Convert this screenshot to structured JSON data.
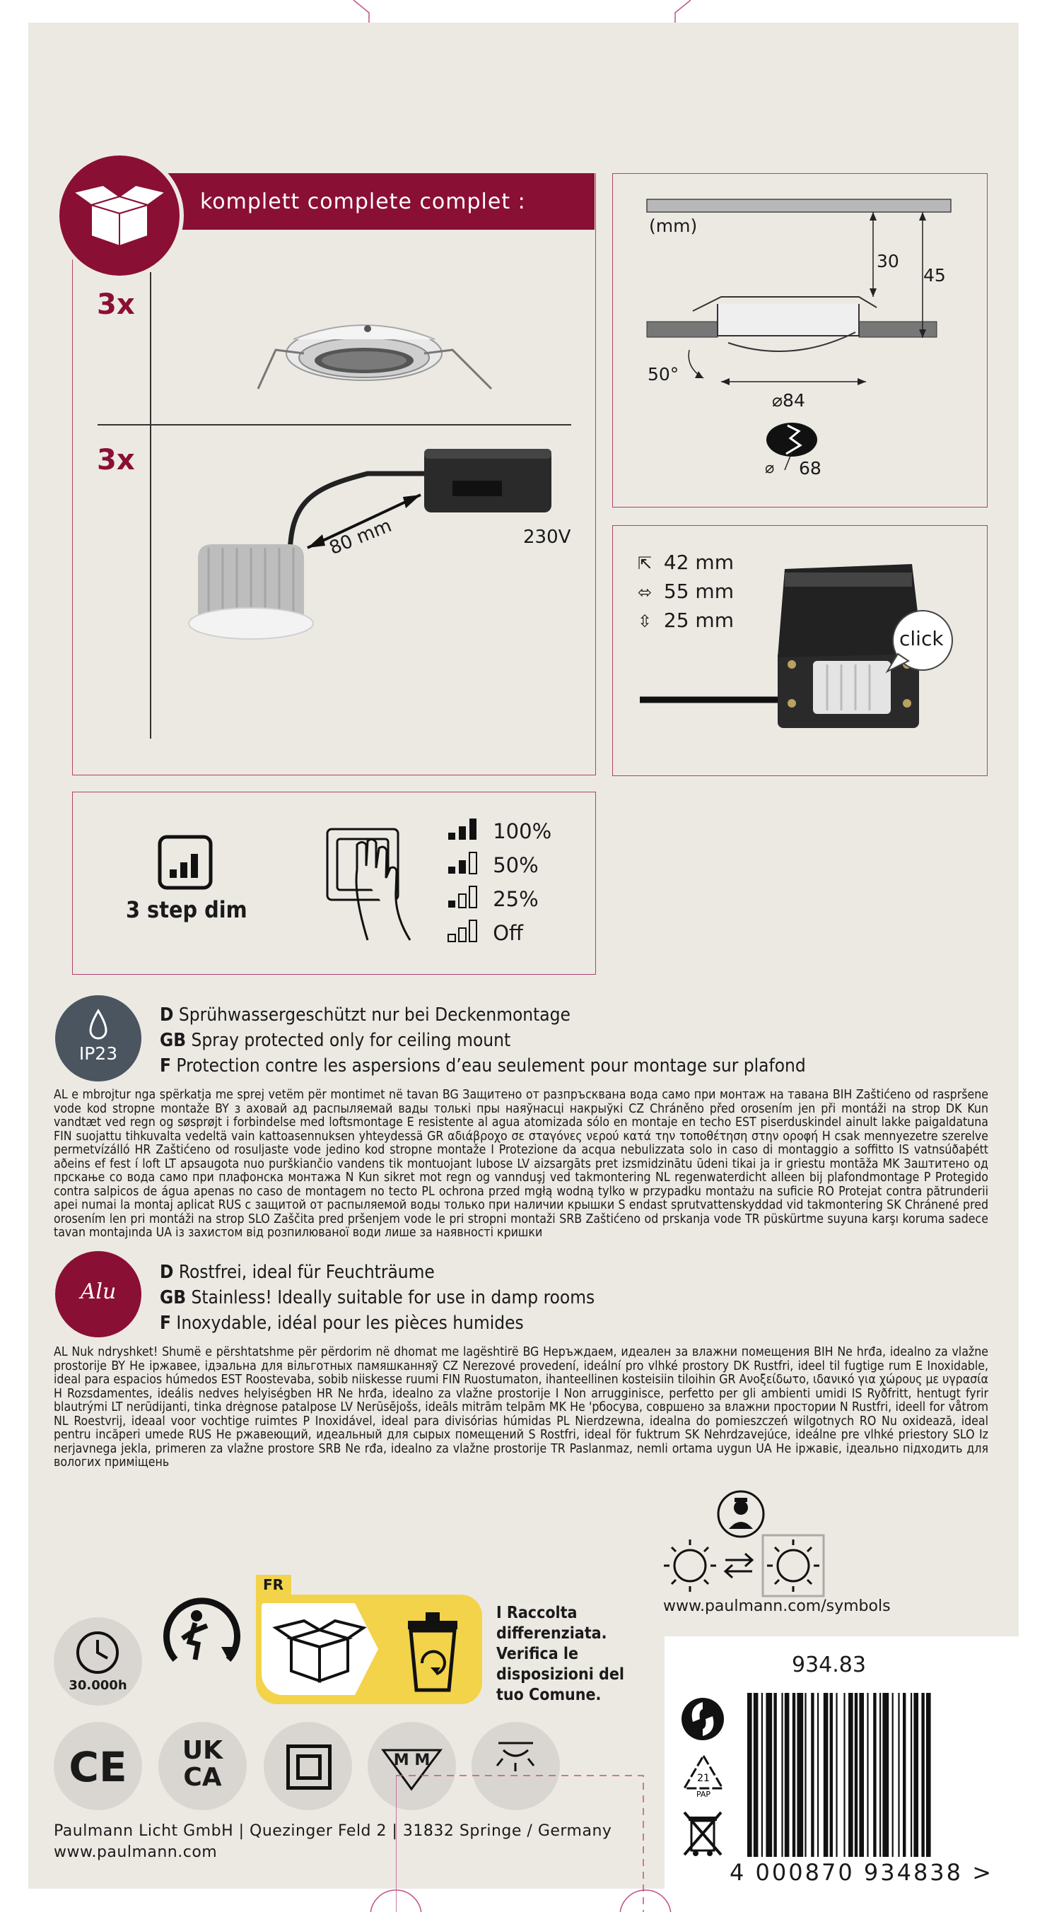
{
  "header": {
    "title": "komplett complete complet :"
  },
  "contents": [
    {
      "qty": "3x",
      "item": "recessed-ring"
    },
    {
      "qty": "3x",
      "item": "led-module",
      "cable_length": "80 mm",
      "voltage": "230V"
    }
  ],
  "dimensions_drawing": {
    "unit": "(mm)",
    "height_inner": "30",
    "height_total": "45",
    "tilt": "50°",
    "diameter": "⌀84",
    "cutout": "68",
    "cutout_prefix": "⌀"
  },
  "junction_box": {
    "dims": [
      {
        "icon": "diagonal-arrow-icon",
        "text": "42 mm",
        "glyph": "⇱"
      },
      {
        "icon": "horizontal-arrow-icon",
        "text": "55 mm",
        "glyph": "⬄"
      },
      {
        "icon": "vertical-arrow-icon",
        "text": "25 mm",
        "glyph": "⇳"
      }
    ],
    "click_label": "click"
  },
  "dimming": {
    "label": "3 step dim",
    "levels": [
      "100%",
      "50%",
      "25%",
      "Off"
    ]
  },
  "ip_rating": {
    "badge": "IP23",
    "lines": [
      {
        "code": "D",
        "text": "Sprühwassergeschützt nur bei Deckenmontage"
      },
      {
        "code": "GB",
        "text": "Spray protected only for ceiling mount"
      },
      {
        "code": "F",
        "text": "Protection contre les aspersions d’eau seulement pour montage sur plafond"
      }
    ],
    "translations": "AL e mbrojtur nga spërkatja me sprej vetëm për montimet në tavan BG Защитено от разпръсквана вода само при монтаж на тавана BIH Zaštićeno od raspršene vode kod stropne montaže BY з аховай ад распыляемай вады толькі пры наяўнасці накрыўкі CZ Chráněno před orosením jen při montáži na strop DK Kun vandtæt ved regn og søsprøjt i forbindelse med loftsmontage E resistente al agua atomizada sólo en montaje en techo EST piserduskindel ainult lakke paigaldatuna FIN suojattu tihkuvalta vedeltä vain kattoasennuksen yhteydessä GR αδιάβροχο σε σταγόνες νερού κατά την τοποθέτηση στην οροφή H csak mennyezetre szerelve permetvízálló HR Zaštićeno od rosuljaste vode jedino kod stropne montaže I Protezione da acqua nebulizzata solo in caso di montaggio a soffitto IS vatnsúðaþétt aðeins ef fest í loft LT apsaugota nuo purškiančio vandens tik montuojant lubose LV aizsargāts pret izsmidzinātu ūdeni tikai ja ir griestu montāža MK Заштитено од прскање со вода само при плафонска монтажа N Kun sikret mot regn og vannduşj ved takmontering NL regenwaterdicht alleen bij plafondmontage P Protegido contra salpicos de água apenas no caso de montagem no tecto PL ochrona przed mgłą wodną tylko w przypadku montażu na suficie RO Protejat contra pătrunderii apei numai la montaj aplicat RUS с защитой от распыляемой воды только при наличии крышки S endast sprutvattenskyddad vid takmontering SK Chránené pred orosením len pri montáži na strop SLO Zaščita pred pršenjem vode le pri stropni montaži SRB Zaštićeno od prskanja vode TR püskürtme suyuna karşı koruma sadece tavan montajında UA із захистом від розпилюваної води лише за наявності кришки"
  },
  "material": {
    "badge": "Alu",
    "lines": [
      {
        "code": "D",
        "text": "Rostfrei, ideal für Feuchträume"
      },
      {
        "code": "GB",
        "text": "Stainless! Ideally suitable for use in damp rooms"
      },
      {
        "code": "F",
        "text": "Inoxydable, idéal pour les pièces humides"
      }
    ],
    "translations": "AL Nuk ndryshket! Shumë e përshtatshme për përdorim në dhomat me lagështirë BG Неръждаем, идеален за влажни помещения BIH Ne hrđa, idealno za vlažne prostorije BY Не іржавее, ідэальна для вільготных памяшканняў CZ Nerezové provedení, ideální pro vlhké prostory DK Rustfri, ideel til fugtige rum E Inoxidable, ideal para espacios húmedos EST Roostevaba, sobib niiskesse ruumi FIN Ruostumaton, ihanteellinen kosteisiin tiloihin GR Ανοξείδωτο, ιδανικό για χώρους με υγρασία H Rozsdamentes, ideális nedves helyiségben HR Ne hrđa, idealno za vlažne prostorije I Non arrugginisce, perfetto per gli ambienti umidi IS Ryðfritt, hentugt fyrir blautrými LT nerūdijanti, tinka drėgnose patalpose LV Nerūsējošs, ideāls mitrām telpām MK Не 'рбосува, совршено за влажни простории N Rustfri, ideell for våtrom NL Roestvrij, ideaal voor vochtige ruimtes P Inoxidável, ideal para divisórias húmidas PL Nierdzewna, idealna do pomieszczeń wilgotnych RO Nu oxidează, ideal pentru incăperi umede RUS Не ржавеющий, идеальный для сырых помещений S Rostfri, ideal för fuktrum SK Nehrdzavejúce, ideálne pre vlhké priestory SLO Iz nerjavnega jekla, primeren za vlažne prostore SRB Ne rđa, idealno za vlažne prostorije TR Paslanmaz, nemli ortama uygun UA Не іржавіє, ідеально підходить для вологих приміщень"
  },
  "symbols_url": "www.paulmann.com/symbols",
  "lifetime": "30.000h",
  "recycling": {
    "country": "FR",
    "text_code": "I",
    "text": "Raccolta differenziata. Verifica le disposizioni del tuo Comune."
  },
  "cert_icons": [
    "ce-mark-icon",
    "ukca-mark-icon",
    "class-ii-icon",
    "mm-furniture-icon",
    "ceiling-lamp-icon"
  ],
  "ce": "CE",
  "ukca": [
    "UK",
    "CA"
  ],
  "mm": "M M",
  "footer": {
    "company": "Paulmann Licht GmbH | Quezinger Feld 2 | 31832 Springe / Germany",
    "web": "www.paulmann.com"
  },
  "product": {
    "article": "934.83",
    "barcode": "4 000870 934838 >",
    "pap": "PAP",
    "pap_num": "21"
  }
}
